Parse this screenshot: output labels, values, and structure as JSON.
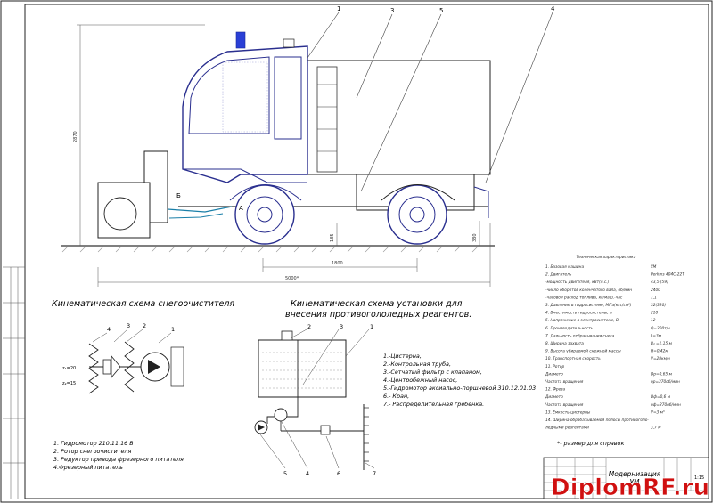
{
  "drawing": {
    "callouts": [
      "1",
      "3",
      "5",
      "4"
    ],
    "section_letters": [
      "Б",
      "А"
    ],
    "dimensions": {
      "overall_height": "2870",
      "ground_clearance_front": "185",
      "ground_clearance_rear": "380",
      "wheelbase": "1800",
      "overall_length": "5000*"
    }
  },
  "snowplow_scheme": {
    "title": "Кинематическая схема снегоочистителя",
    "callouts": [
      "4",
      "3",
      "2",
      "1"
    ],
    "gear_labels": [
      "z₁=20",
      "z₂=15"
    ],
    "legend": [
      "1. Гидромотор 210.11.16 В",
      "2. Ротор снегоочистителя",
      "3. Редуктор привода фрезерного питателя",
      "4.Фрезерный питатель"
    ]
  },
  "reagent_scheme": {
    "title_line1": "Кинематическая схема установки для",
    "title_line2": "внесения противогололедных реагентов.",
    "callouts": [
      "2",
      "3",
      "1",
      "5",
      "4",
      "6",
      "7"
    ],
    "legend": [
      "1.-Цистерна,",
      "2.-Контрольная труба,",
      "3.-Сетчатый фильтр с клапаном,",
      "4.-Центробежный насос,",
      "5.-Гидромотор аксиально-поршневой 310.12.01.03",
      "6.- Кран,",
      "7.- Распределительная гребенка."
    ]
  },
  "specs": {
    "title": "Техническая характеристика",
    "rows": [
      {
        "label": "1. Базовая машина",
        "value": "УМ"
      },
      {
        "label": "2. Двигатель",
        "value": "Perkins 404C-22T"
      },
      {
        "label": "  -мощность двигателя, кВт(л.с.)",
        "value": "43,5 (59)"
      },
      {
        "label": "  -число оборотов коленчатого вала, об/мин",
        "value": "2400"
      },
      {
        "label": "  -часовой расход топлива, кг/маш.-час",
        "value": "7,1"
      },
      {
        "label": "3. Давление в гидросистеме, МПа(кгс/см²)",
        "value": "32(320)"
      },
      {
        "label": "4. Вместимость гидросистемы, л",
        "value": "210"
      },
      {
        "label": "5. Напряжение в электросистеме, В",
        "value": "12"
      },
      {
        "label": "6. Производительность",
        "value": "Q=200т/ч"
      },
      {
        "label": "7. Дальность отбрасывания снега",
        "value": "L=3м"
      },
      {
        "label": "8. Ширина захвата",
        "value": "В₁ =1,15 м"
      },
      {
        "label": "9. Высота убираемой снежной массы",
        "value": "H=0,42м"
      },
      {
        "label": "10. Транспортная скорость",
        "value": "V=28км/ч"
      },
      {
        "label": "11. Ротор",
        "value": ""
      },
      {
        "label": "   Диаметр",
        "value": "Dр=0,65 м"
      },
      {
        "label": "   Частота вращения",
        "value": "nр=370об/мин"
      },
      {
        "label": "12. Фреза",
        "value": ""
      },
      {
        "label": "   Диаметр",
        "value": "Dф=0,6 м"
      },
      {
        "label": "   Частота вращения",
        "value": "nф=270об/мин"
      },
      {
        "label": "13. Емкость цистерны",
        "value": "V=3 м³"
      },
      {
        "label": "14. Ширина обрабатываемой полосы противоголо-",
        "value": ""
      },
      {
        "label": "    ледными реагентами",
        "value": "3,7 м"
      }
    ],
    "note": "*- размер для справок"
  },
  "title_block": {
    "name_line1": "Модернизация",
    "name_line2": "УМ",
    "scale": "1:15"
  },
  "watermark": "DiplomRF.ru"
}
